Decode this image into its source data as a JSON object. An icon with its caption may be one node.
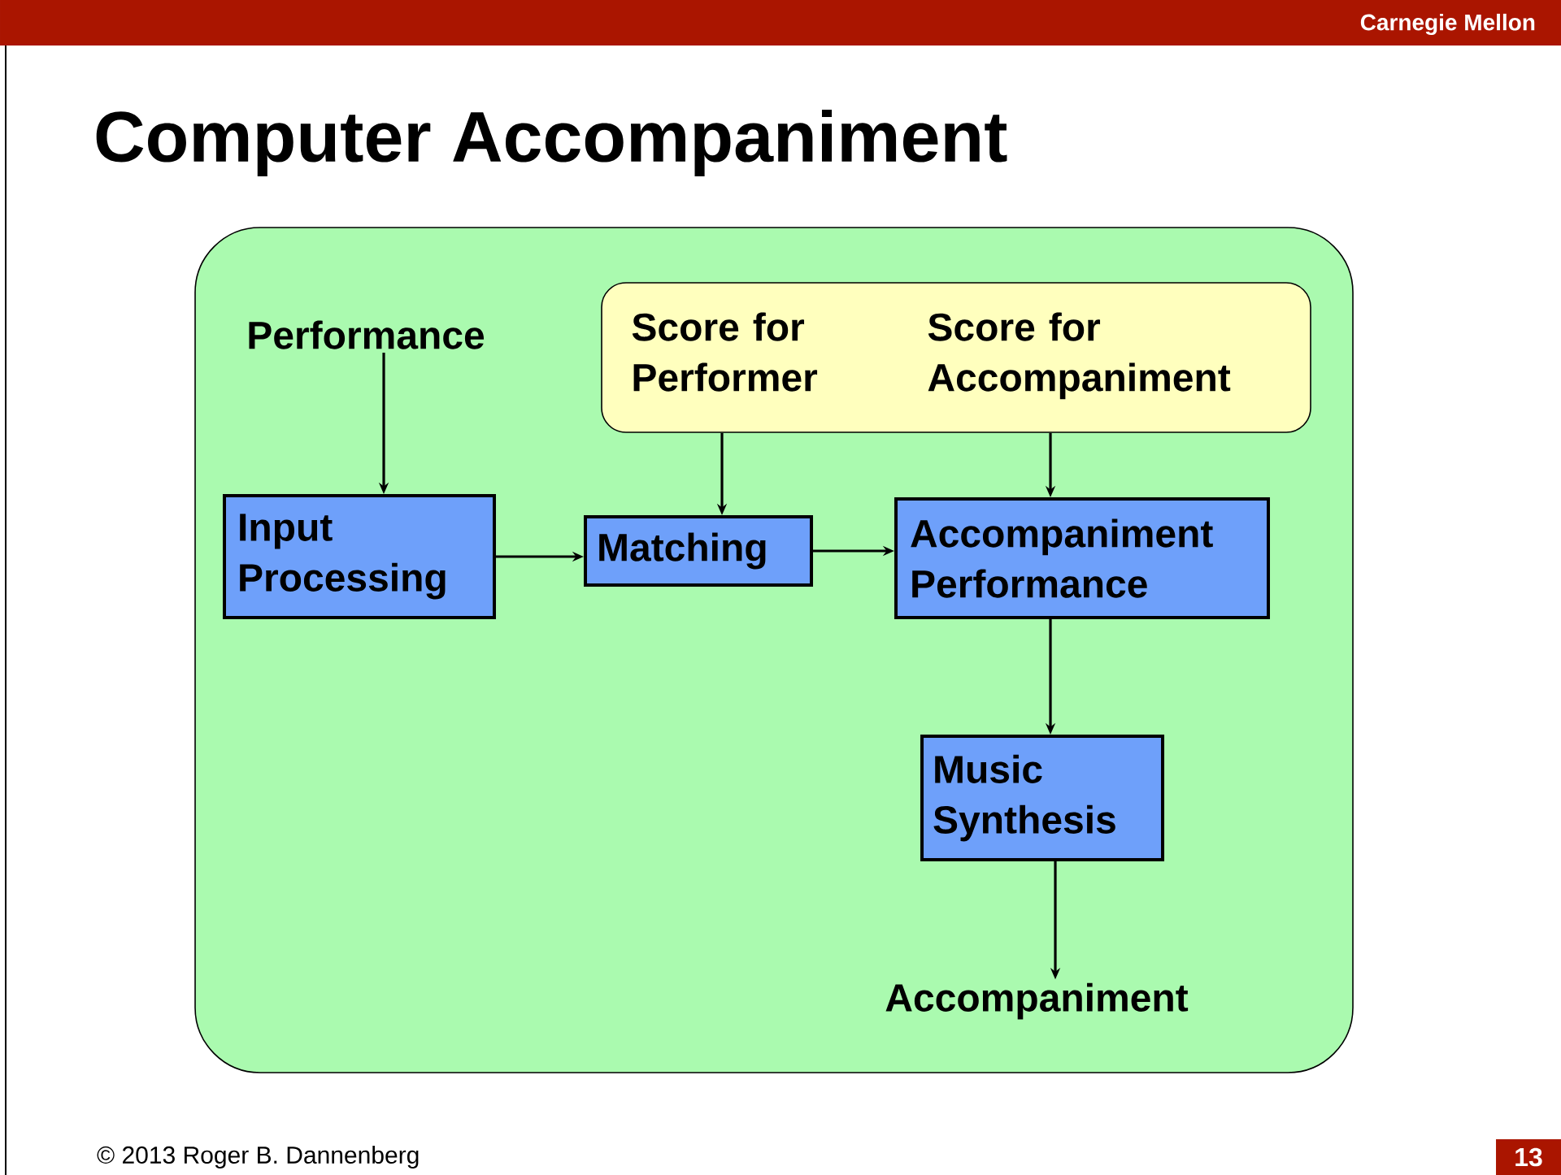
{
  "diagram": {
    "title": "Computer Accompaniment",
    "nodes": [
      {
        "text": [],
        "shape": "box"
      },
      {
        "text": [
          "Performance"
        ],
        "in": 0
      },
      {
        "text": [
          "Score for Performer",
          "Score for Accompaniment"
        ],
        "in": 0
      },
      {
        "text": [
          "Input Processing"
        ],
        "in": 0
      },
      {
        "text": [
          "Matching"
        ],
        "in": 0
      },
      {
        "text": [
          "Accompaniment Performance"
        ],
        "in": 0
      },
      {
        "text": [
          "Music Synthesis"
        ],
        "in": 0
      },
      {
        "text": [
          "Accompaniment"
        ],
        "in": 0
      }
    ],
    "edges": [
      {
        "from": 1,
        "to": 3,
        "arrow": "to"
      },
      {
        "from": 3,
        "to": 4,
        "arrow": "to"
      },
      {
        "from": 2,
        "to": 4,
        "arrow": "to"
      },
      {
        "from": 4,
        "to": 5,
        "arrow": "to"
      },
      {
        "from": 2,
        "to": 5,
        "arrow": "to"
      },
      {
        "from": 5,
        "to": 6,
        "arrow": "to"
      },
      {
        "from": 6,
        "to": 7,
        "arrow": "to"
      }
    ],
    "labels": [
      "Carnegie Mellon",
      "© 2013 Roger B. Dannenberg",
      "13"
    ]
  }
}
